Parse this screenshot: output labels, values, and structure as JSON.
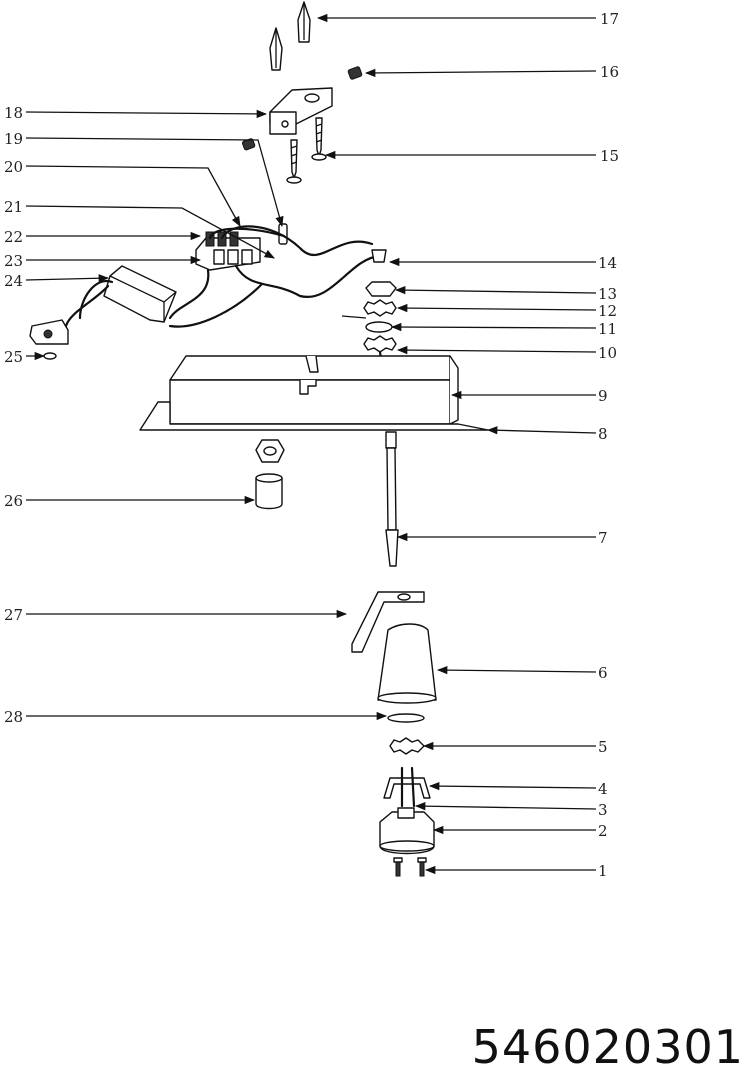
{
  "callouts": {
    "c1": "1",
    "c2": "2",
    "c3": "3",
    "c4": "4",
    "c5": "5",
    "c6": "6",
    "c7": "7",
    "c8": "8",
    "c9": "9",
    "c10": "10",
    "c11": "11",
    "c12": "12",
    "c13": "13",
    "c14": "14",
    "c15": "15",
    "c16": "16",
    "c17": "17",
    "c18": "18",
    "c19": "19",
    "c20": "20",
    "c21": "21",
    "c22": "22",
    "c23": "23",
    "c24": "24",
    "c25": "25",
    "c26": "26",
    "c27": "27",
    "c28": "28"
  },
  "model_code": "546020301"
}
